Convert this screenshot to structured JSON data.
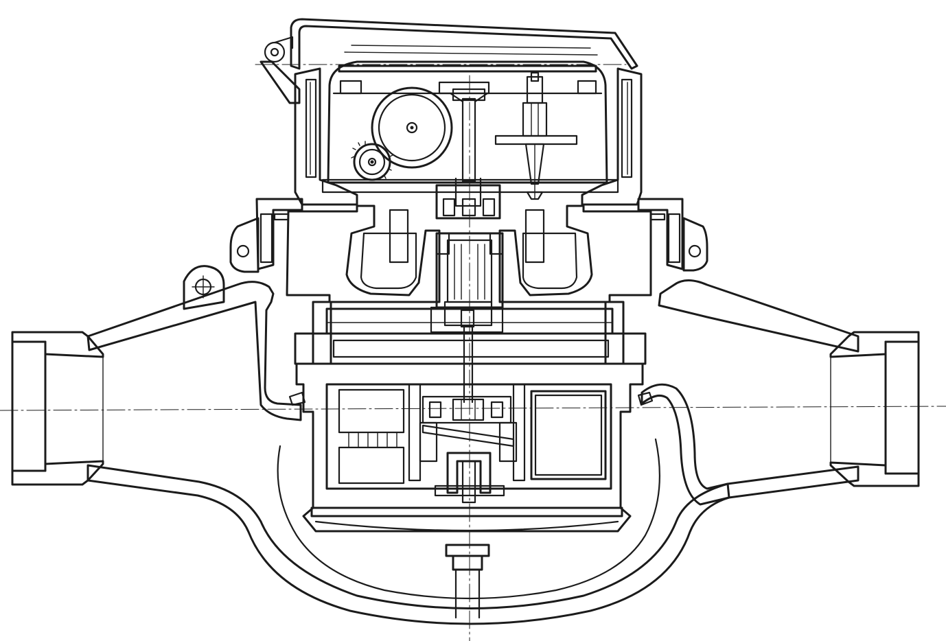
{
  "drawing": {
    "line_color": "#1b1b1b",
    "hatch_color": "#2a2a2a",
    "background_color": "#ffffff",
    "parts": [
      "meter-body",
      "inlet-connection",
      "outlet-connection",
      "register-housing",
      "register-cover",
      "gear-train",
      "dial-pointer-spindle",
      "magnetic-coupling",
      "measuring-chamber",
      "impeller",
      "bottom-bearing",
      "mounting-lugs"
    ]
  }
}
